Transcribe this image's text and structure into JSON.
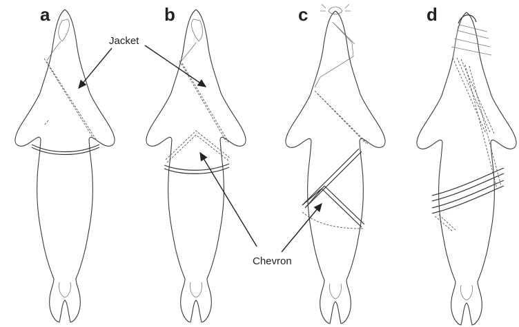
{
  "panels": [
    {
      "letter": "a"
    },
    {
      "letter": "b"
    },
    {
      "letter": "c"
    },
    {
      "letter": "d"
    }
  ],
  "callouts": {
    "jacket": "Jacket",
    "chevron": "Chevron"
  }
}
